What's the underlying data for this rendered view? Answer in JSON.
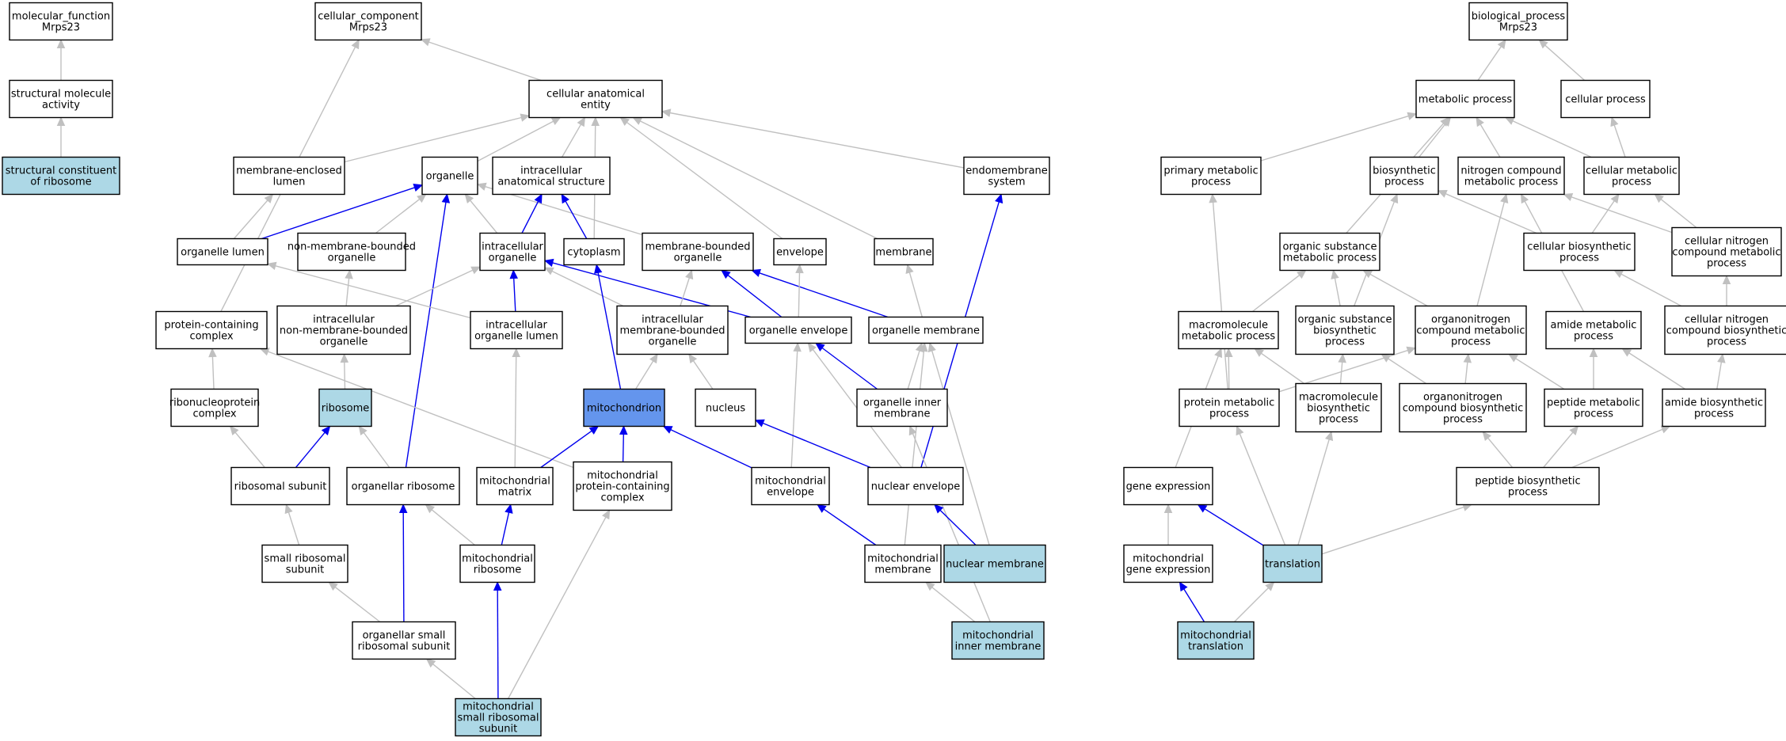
{
  "colors": {
    "background": "#ffffff",
    "node_default": "#ffffff",
    "node_highlight": "#add8e6",
    "node_focus": "#6495ed",
    "edge_gray": "#c0c0c0",
    "edge_blue": "#0000ee",
    "border": "#000000"
  },
  "nodes": [
    {
      "id": "mf",
      "lines": [
        "molecular_function",
        "Mrps23"
      ],
      "fill": "white"
    },
    {
      "id": "sma",
      "lines": [
        "structural molecule",
        "activity"
      ],
      "fill": "white"
    },
    {
      "id": "scr",
      "lines": [
        "structural constituent",
        "of ribosome"
      ],
      "fill": "lightblue"
    },
    {
      "id": "cc",
      "lines": [
        "cellular_component",
        "Mrps23"
      ],
      "fill": "white"
    },
    {
      "id": "cae",
      "lines": [
        "cellular anatomical",
        "entity"
      ],
      "fill": "white"
    },
    {
      "id": "mel",
      "lines": [
        "membrane-enclosed",
        "lumen"
      ],
      "fill": "white"
    },
    {
      "id": "org",
      "lines": [
        "organelle"
      ],
      "fill": "white"
    },
    {
      "id": "ias",
      "lines": [
        "intracellular",
        "anatomical structure"
      ],
      "fill": "white"
    },
    {
      "id": "es",
      "lines": [
        "endomembrane",
        "system"
      ],
      "fill": "white"
    },
    {
      "id": "ol",
      "lines": [
        "organelle lumen"
      ],
      "fill": "white"
    },
    {
      "id": "nmbo",
      "lines": [
        "non-membrane-bounded",
        "organelle"
      ],
      "fill": "white"
    },
    {
      "id": "io",
      "lines": [
        "intracellular",
        "organelle"
      ],
      "fill": "white"
    },
    {
      "id": "cyt",
      "lines": [
        "cytoplasm"
      ],
      "fill": "white"
    },
    {
      "id": "mbo",
      "lines": [
        "membrane-bounded",
        "organelle"
      ],
      "fill": "white"
    },
    {
      "id": "env",
      "lines": [
        "envelope"
      ],
      "fill": "white"
    },
    {
      "id": "mem",
      "lines": [
        "membrane"
      ],
      "fill": "white"
    },
    {
      "id": "pcc",
      "lines": [
        "protein-containing",
        "complex"
      ],
      "fill": "white"
    },
    {
      "id": "inmbo",
      "lines": [
        "intracellular",
        "non-membrane-bounded",
        "organelle"
      ],
      "fill": "white"
    },
    {
      "id": "iol",
      "lines": [
        "intracellular",
        "organelle lumen"
      ],
      "fill": "white"
    },
    {
      "id": "imbo",
      "lines": [
        "intracellular",
        "membrane-bounded",
        "organelle"
      ],
      "fill": "white"
    },
    {
      "id": "oe",
      "lines": [
        "organelle envelope"
      ],
      "fill": "white"
    },
    {
      "id": "om",
      "lines": [
        "organelle membrane"
      ],
      "fill": "white"
    },
    {
      "id": "rnpc",
      "lines": [
        "ribonucleoprotein",
        "complex"
      ],
      "fill": "white"
    },
    {
      "id": "rib",
      "lines": [
        "ribosome"
      ],
      "fill": "lightblue"
    },
    {
      "id": "mito",
      "lines": [
        "mitochondrion"
      ],
      "fill": "blue"
    },
    {
      "id": "nuc",
      "lines": [
        "nucleus"
      ],
      "fill": "white"
    },
    {
      "id": "oim",
      "lines": [
        "organelle inner",
        "membrane"
      ],
      "fill": "white"
    },
    {
      "id": "rs",
      "lines": [
        "ribosomal subunit"
      ],
      "fill": "white"
    },
    {
      "id": "orib",
      "lines": [
        "organellar ribosome"
      ],
      "fill": "white"
    },
    {
      "id": "mm",
      "lines": [
        "mitochondrial",
        "matrix"
      ],
      "fill": "white"
    },
    {
      "id": "mpcc",
      "lines": [
        "mitochondrial",
        "protein-containing",
        "complex"
      ],
      "fill": "white"
    },
    {
      "id": "menv",
      "lines": [
        "mitochondrial",
        "envelope"
      ],
      "fill": "white"
    },
    {
      "id": "nenv",
      "lines": [
        "nuclear envelope"
      ],
      "fill": "white"
    },
    {
      "id": "srs",
      "lines": [
        "small ribosomal",
        "subunit"
      ],
      "fill": "white"
    },
    {
      "id": "mrib",
      "lines": [
        "mitochondrial",
        "ribosome"
      ],
      "fill": "white"
    },
    {
      "id": "mmem",
      "lines": [
        "mitochondrial",
        "membrane"
      ],
      "fill": "white"
    },
    {
      "id": "nmem",
      "lines": [
        "nuclear membrane"
      ],
      "fill": "lightblue"
    },
    {
      "id": "osrs",
      "lines": [
        "organellar small",
        "ribosomal subunit"
      ],
      "fill": "white"
    },
    {
      "id": "mim",
      "lines": [
        "mitochondrial",
        "inner membrane"
      ],
      "fill": "lightblue"
    },
    {
      "id": "msrs",
      "lines": [
        "mitochondrial",
        "small ribosomal",
        "subunit"
      ],
      "fill": "lightblue"
    },
    {
      "id": "bp",
      "lines": [
        "biological_process",
        "Mrps23"
      ],
      "fill": "white"
    },
    {
      "id": "mp",
      "lines": [
        "metabolic process"
      ],
      "fill": "white"
    },
    {
      "id": "cp",
      "lines": [
        "cellular process"
      ],
      "fill": "white"
    },
    {
      "id": "pmp",
      "lines": [
        "primary metabolic",
        "process"
      ],
      "fill": "white"
    },
    {
      "id": "bsp",
      "lines": [
        "biosynthetic",
        "process"
      ],
      "fill": "white"
    },
    {
      "id": "ncmp",
      "lines": [
        "nitrogen compound",
        "metabolic process"
      ],
      "fill": "white"
    },
    {
      "id": "cmp",
      "lines": [
        "cellular metabolic",
        "process"
      ],
      "fill": "white"
    },
    {
      "id": "osmp",
      "lines": [
        "organic substance",
        "metabolic process"
      ],
      "fill": "white"
    },
    {
      "id": "cbp",
      "lines": [
        "cellular biosynthetic",
        "process"
      ],
      "fill": "white"
    },
    {
      "id": "cncmp",
      "lines": [
        "cellular nitrogen",
        "compound metabolic",
        "process"
      ],
      "fill": "white"
    },
    {
      "id": "mmp",
      "lines": [
        "macromolecule",
        "metabolic process"
      ],
      "fill": "white"
    },
    {
      "id": "osbp",
      "lines": [
        "organic substance",
        "biosynthetic",
        "process"
      ],
      "fill": "white"
    },
    {
      "id": "oncmp",
      "lines": [
        "organonitrogen",
        "compound metabolic",
        "process"
      ],
      "fill": "white"
    },
    {
      "id": "amp",
      "lines": [
        "amide metabolic",
        "process"
      ],
      "fill": "white"
    },
    {
      "id": "cncbp",
      "lines": [
        "cellular nitrogen",
        "compound biosynthetic",
        "process"
      ],
      "fill": "white"
    },
    {
      "id": "prmp",
      "lines": [
        "protein metabolic",
        "process"
      ],
      "fill": "white"
    },
    {
      "id": "mbp",
      "lines": [
        "macromolecule",
        "biosynthetic",
        "process"
      ],
      "fill": "white"
    },
    {
      "id": "oncbp",
      "lines": [
        "organonitrogen",
        "compound biosynthetic",
        "process"
      ],
      "fill": "white"
    },
    {
      "id": "pepmp",
      "lines": [
        "peptide metabolic",
        "process"
      ],
      "fill": "white"
    },
    {
      "id": "abp",
      "lines": [
        "amide biosynthetic",
        "process"
      ],
      "fill": "white"
    },
    {
      "id": "ge",
      "lines": [
        "gene expression"
      ],
      "fill": "white"
    },
    {
      "id": "pbp",
      "lines": [
        "peptide biosynthetic",
        "process"
      ],
      "fill": "white"
    },
    {
      "id": "mge",
      "lines": [
        "mitochondrial",
        "gene expression"
      ],
      "fill": "white"
    },
    {
      "id": "tr",
      "lines": [
        "translation"
      ],
      "fill": "lightblue"
    },
    {
      "id": "mtr",
      "lines": [
        "mitochondrial",
        "translation"
      ],
      "fill": "lightblue"
    }
  ],
  "edges": [
    {
      "from": "sma",
      "to": "mf",
      "color": "gray"
    },
    {
      "from": "scr",
      "to": "sma",
      "color": "gray"
    },
    {
      "from": "cae",
      "to": "cc",
      "color": "gray"
    },
    {
      "from": "pcc",
      "to": "cc",
      "color": "gray"
    },
    {
      "from": "mel",
      "to": "cae",
      "color": "gray"
    },
    {
      "from": "org",
      "to": "cae",
      "color": "gray"
    },
    {
      "from": "ias",
      "to": "cae",
      "color": "gray"
    },
    {
      "from": "es",
      "to": "cae",
      "color": "gray"
    },
    {
      "from": "cyt",
      "to": "cae",
      "color": "gray"
    },
    {
      "from": "env",
      "to": "cae",
      "color": "gray"
    },
    {
      "from": "mem",
      "to": "cae",
      "color": "gray"
    },
    {
      "from": "ol",
      "to": "mel",
      "color": "gray"
    },
    {
      "from": "ol",
      "to": "org",
      "color": "blue"
    },
    {
      "from": "nmbo",
      "to": "org",
      "color": "gray"
    },
    {
      "from": "io",
      "to": "org",
      "color": "gray"
    },
    {
      "from": "mbo",
      "to": "org",
      "color": "gray"
    },
    {
      "from": "orib",
      "to": "org",
      "color": "blue"
    },
    {
      "from": "io",
      "to": "ias",
      "color": "blue"
    },
    {
      "from": "cyt",
      "to": "ias",
      "color": "blue"
    },
    {
      "from": "nenv",
      "to": "es",
      "color": "blue"
    },
    {
      "from": "inmbo",
      "to": "nmbo",
      "color": "gray"
    },
    {
      "from": "inmbo",
      "to": "io",
      "color": "gray"
    },
    {
      "from": "iol",
      "to": "io",
      "color": "blue"
    },
    {
      "from": "imbo",
      "to": "io",
      "color": "gray"
    },
    {
      "from": "oe",
      "to": "io",
      "color": "blue"
    },
    {
      "from": "iol",
      "to": "ol",
      "color": "gray"
    },
    {
      "from": "mito",
      "to": "cyt",
      "color": "blue"
    },
    {
      "from": "imbo",
      "to": "mbo",
      "color": "gray"
    },
    {
      "from": "oe",
      "to": "mbo",
      "color": "blue"
    },
    {
      "from": "om",
      "to": "mbo",
      "color": "blue"
    },
    {
      "from": "oe",
      "to": "env",
      "color": "gray"
    },
    {
      "from": "om",
      "to": "mem",
      "color": "gray"
    },
    {
      "from": "rib",
      "to": "inmbo",
      "color": "gray"
    },
    {
      "from": "mm",
      "to": "iol",
      "color": "gray"
    },
    {
      "from": "mito",
      "to": "imbo",
      "color": "gray"
    },
    {
      "from": "nuc",
      "to": "imbo",
      "color": "gray"
    },
    {
      "from": "oim",
      "to": "om",
      "color": "gray"
    },
    {
      "from": "mmem",
      "to": "om",
      "color": "gray"
    },
    {
      "from": "nmem",
      "to": "om",
      "color": "gray"
    },
    {
      "from": "oim",
      "to": "oe",
      "color": "blue"
    },
    {
      "from": "menv",
      "to": "oe",
      "color": "gray"
    },
    {
      "from": "nenv",
      "to": "oe",
      "color": "gray"
    },
    {
      "from": "rnpc",
      "to": "pcc",
      "color": "gray"
    },
    {
      "from": "mpcc",
      "to": "pcc",
      "color": "gray"
    },
    {
      "from": "rs",
      "to": "rnpc",
      "color": "gray"
    },
    {
      "from": "rs",
      "to": "rib",
      "color": "blue"
    },
    {
      "from": "orib",
      "to": "rib",
      "color": "gray"
    },
    {
      "from": "mm",
      "to": "mito",
      "color": "blue"
    },
    {
      "from": "mpcc",
      "to": "mito",
      "color": "blue"
    },
    {
      "from": "menv",
      "to": "mito",
      "color": "blue"
    },
    {
      "from": "nenv",
      "to": "nuc",
      "color": "blue"
    },
    {
      "from": "mim",
      "to": "oim",
      "color": "gray"
    },
    {
      "from": "srs",
      "to": "rs",
      "color": "gray"
    },
    {
      "from": "osrs",
      "to": "orib",
      "color": "blue"
    },
    {
      "from": "mrib",
      "to": "orib",
      "color": "gray"
    },
    {
      "from": "mrib",
      "to": "mm",
      "color": "blue"
    },
    {
      "from": "msrs",
      "to": "mpcc",
      "color": "gray"
    },
    {
      "from": "mmem",
      "to": "menv",
      "color": "blue"
    },
    {
      "from": "nmem",
      "to": "nenv",
      "color": "blue"
    },
    {
      "from": "osrs",
      "to": "srs",
      "color": "gray"
    },
    {
      "from": "msrs",
      "to": "mrib",
      "color": "blue"
    },
    {
      "from": "mim",
      "to": "mmem",
      "color": "gray"
    },
    {
      "from": "msrs",
      "to": "osrs",
      "color": "gray"
    },
    {
      "from": "mp",
      "to": "bp",
      "color": "gray"
    },
    {
      "from": "cp",
      "to": "bp",
      "color": "gray"
    },
    {
      "from": "pmp",
      "to": "mp",
      "color": "gray"
    },
    {
      "from": "bsp",
      "to": "mp",
      "color": "gray"
    },
    {
      "from": "ncmp",
      "to": "mp",
      "color": "gray"
    },
    {
      "from": "cmp",
      "to": "mp",
      "color": "gray"
    },
    {
      "from": "osmp",
      "to": "mp",
      "color": "gray"
    },
    {
      "from": "cmp",
      "to": "cp",
      "color": "gray"
    },
    {
      "from": "prmp",
      "to": "pmp",
      "color": "gray"
    },
    {
      "from": "osbp",
      "to": "bsp",
      "color": "gray"
    },
    {
      "from": "cbp",
      "to": "bsp",
      "color": "gray"
    },
    {
      "from": "oncmp",
      "to": "ncmp",
      "color": "gray"
    },
    {
      "from": "cncmp",
      "to": "ncmp",
      "color": "gray"
    },
    {
      "from": "amp",
      "to": "ncmp",
      "color": "gray"
    },
    {
      "from": "cbp",
      "to": "cmp",
      "color": "gray"
    },
    {
      "from": "cncmp",
      "to": "cmp",
      "color": "gray"
    },
    {
      "from": "mmp",
      "to": "osmp",
      "color": "gray"
    },
    {
      "from": "osbp",
      "to": "osmp",
      "color": "gray"
    },
    {
      "from": "oncmp",
      "to": "osmp",
      "color": "gray"
    },
    {
      "from": "cncbp",
      "to": "cbp",
      "color": "gray"
    },
    {
      "from": "cncbp",
      "to": "cncmp",
      "color": "gray"
    },
    {
      "from": "ge",
      "to": "mmp",
      "color": "gray"
    },
    {
      "from": "prmp",
      "to": "mmp",
      "color": "gray"
    },
    {
      "from": "mbp",
      "to": "mmp",
      "color": "gray"
    },
    {
      "from": "mbp",
      "to": "osbp",
      "color": "gray"
    },
    {
      "from": "oncbp",
      "to": "osbp",
      "color": "gray"
    },
    {
      "from": "prmp",
      "to": "oncmp",
      "color": "gray"
    },
    {
      "from": "oncbp",
      "to": "oncmp",
      "color": "gray"
    },
    {
      "from": "pepmp",
      "to": "oncmp",
      "color": "gray"
    },
    {
      "from": "pepmp",
      "to": "amp",
      "color": "gray"
    },
    {
      "from": "abp",
      "to": "amp",
      "color": "gray"
    },
    {
      "from": "abp",
      "to": "cncbp",
      "color": "gray"
    },
    {
      "from": "tr",
      "to": "prmp",
      "color": "gray"
    },
    {
      "from": "tr",
      "to": "mbp",
      "color": "gray"
    },
    {
      "from": "pbp",
      "to": "oncbp",
      "color": "gray"
    },
    {
      "from": "pbp",
      "to": "pepmp",
      "color": "gray"
    },
    {
      "from": "pbp",
      "to": "abp",
      "color": "gray"
    },
    {
      "from": "tr",
      "to": "ge",
      "color": "blue"
    },
    {
      "from": "mge",
      "to": "ge",
      "color": "gray"
    },
    {
      "from": "tr",
      "to": "pbp",
      "color": "gray"
    },
    {
      "from": "mtr",
      "to": "mge",
      "color": "blue"
    },
    {
      "from": "mtr",
      "to": "tr",
      "color": "gray"
    }
  ]
}
